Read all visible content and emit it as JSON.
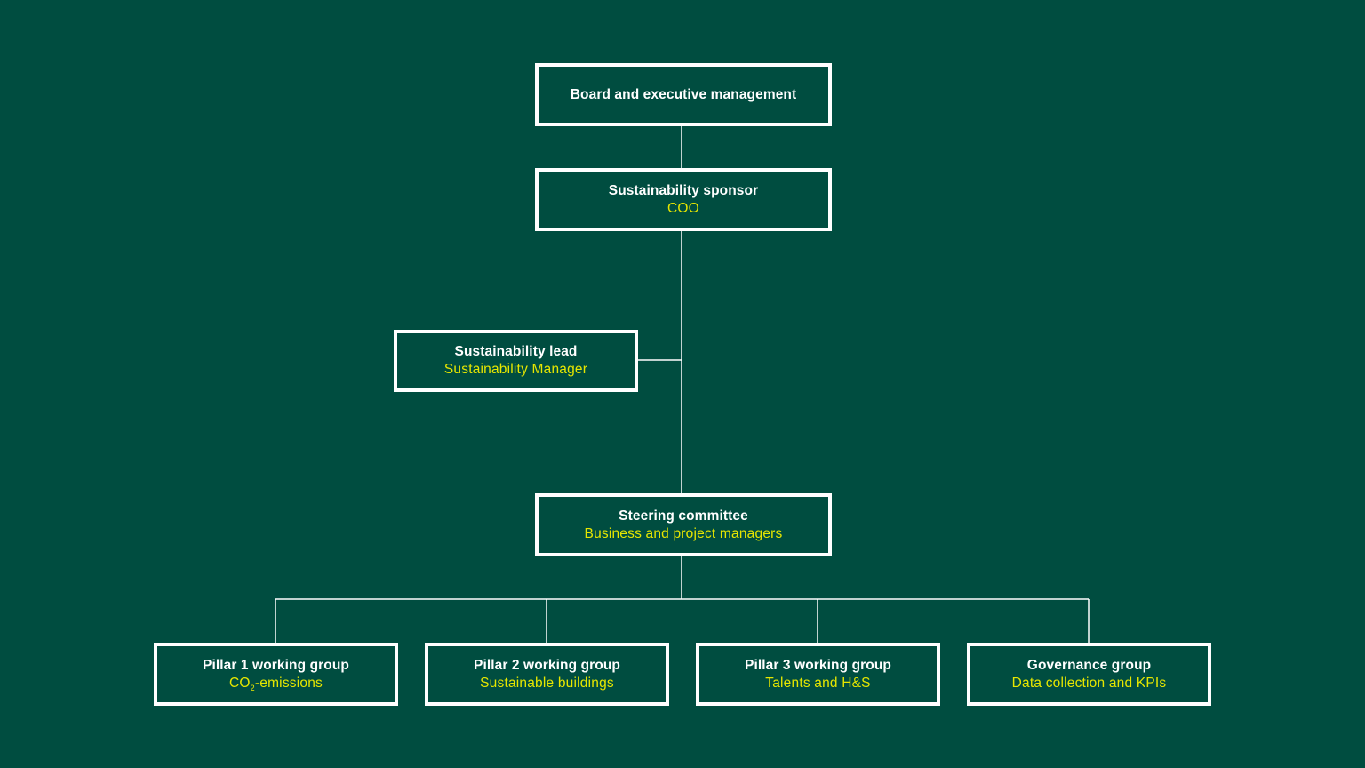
{
  "colors": {
    "background": "#004d40",
    "border": "#ffffff",
    "title": "#ffffff",
    "subtitle": "#e6e600",
    "connector": "#ffffff"
  },
  "nodes": {
    "board": {
      "title": "Board and executive management"
    },
    "sponsor": {
      "title": "Sustainability sponsor",
      "subtitle": "COO"
    },
    "lead": {
      "title": "Sustainability lead",
      "subtitle": "Sustainability Manager"
    },
    "steering": {
      "title": "Steering committee",
      "subtitle": "Business and project managers"
    },
    "pillar1": {
      "title": "Pillar 1 working group",
      "subtitle_prefix": "CO",
      "subtitle_sub": "2",
      "subtitle_suffix": "-emissions"
    },
    "pillar2": {
      "title": "Pillar 2 working group",
      "subtitle": "Sustainable buildings"
    },
    "pillar3": {
      "title": "Pillar 3 working group",
      "subtitle": "Talents and H&S"
    },
    "governance": {
      "title": "Governance group",
      "subtitle": "Data collection and KPIs"
    }
  }
}
